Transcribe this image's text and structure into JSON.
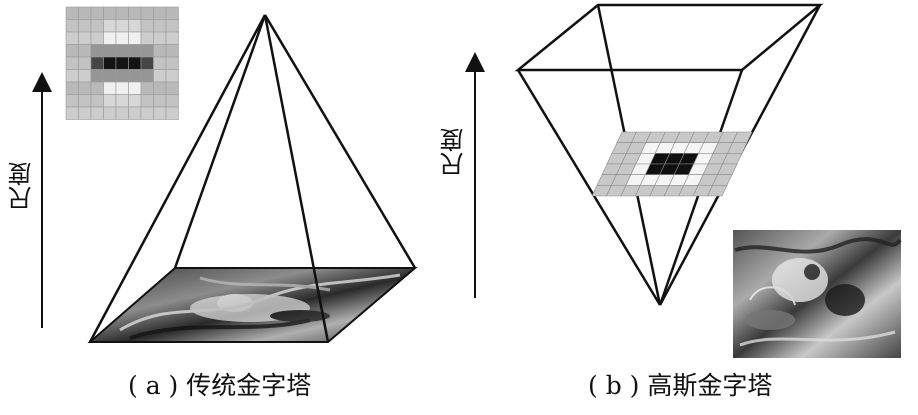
{
  "panel_a": {
    "caption_letter": "a",
    "caption_text": "传统金字塔",
    "axis_label": "尺度",
    "kernel_icon": "log-filter-kernel-grid",
    "base_image": "grayscale-textured-image"
  },
  "panel_b": {
    "caption_letter": "b",
    "caption_text": "高斯金字塔",
    "axis_label": "尺度",
    "kernel_icon": "filter-kernel-grid",
    "side_image": "grayscale-textured-image"
  }
}
